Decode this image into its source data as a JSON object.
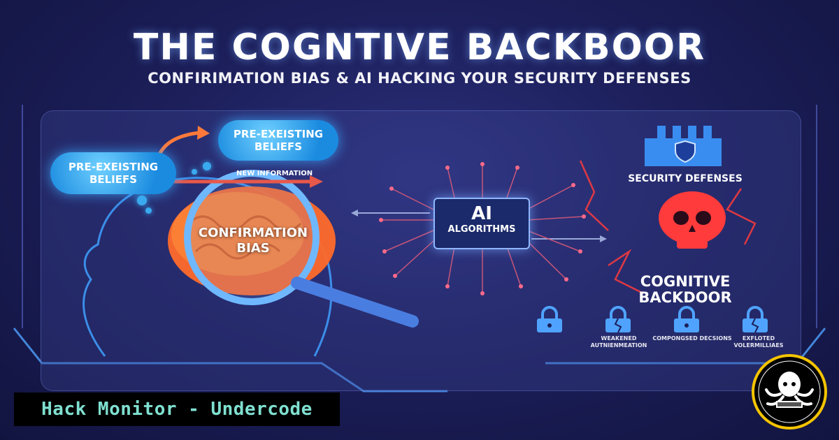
{
  "header": {
    "title": "THE COGNTIVE BACKBOOR",
    "subtitle": "CONFIRIMATION BIAS & AI HACKING YOUR SECURITY DEFENSES"
  },
  "beliefs": {
    "cloud_left": "PRE-EXEISTING BELIEFS",
    "cloud_right": "PRE-EXEISTING BELIEFS",
    "arrow_label": "NEW INFORMATION"
  },
  "brain": {
    "label": "CONFIRMATION BIAS"
  },
  "ai": {
    "big": "AI",
    "small": "ALGORITHMS"
  },
  "security": {
    "label": "SECURITY DEFENSES",
    "backdoor_label": "COGNITIVE BACKDOOR"
  },
  "locks": [
    {
      "caption": "WEAKENED AUTNIENMEATION",
      "icon": "cracked-lock-icon"
    },
    {
      "caption": "COMPONGSED DECSIONS",
      "icon": "lock-icon"
    },
    {
      "caption": "EXFLOTED VOLERMILLIAES",
      "icon": "cracked-lock-icon"
    }
  ],
  "footer": {
    "banner": "Hack Monitor - Undercode"
  },
  "colors": {
    "background": "#1c1f5a",
    "cloud": "#2a9ef0",
    "brain": "#ff6a2a",
    "skull": "#ff3b3b",
    "accent": "#4fa3ff",
    "banner_text": "#7fe0d0"
  }
}
